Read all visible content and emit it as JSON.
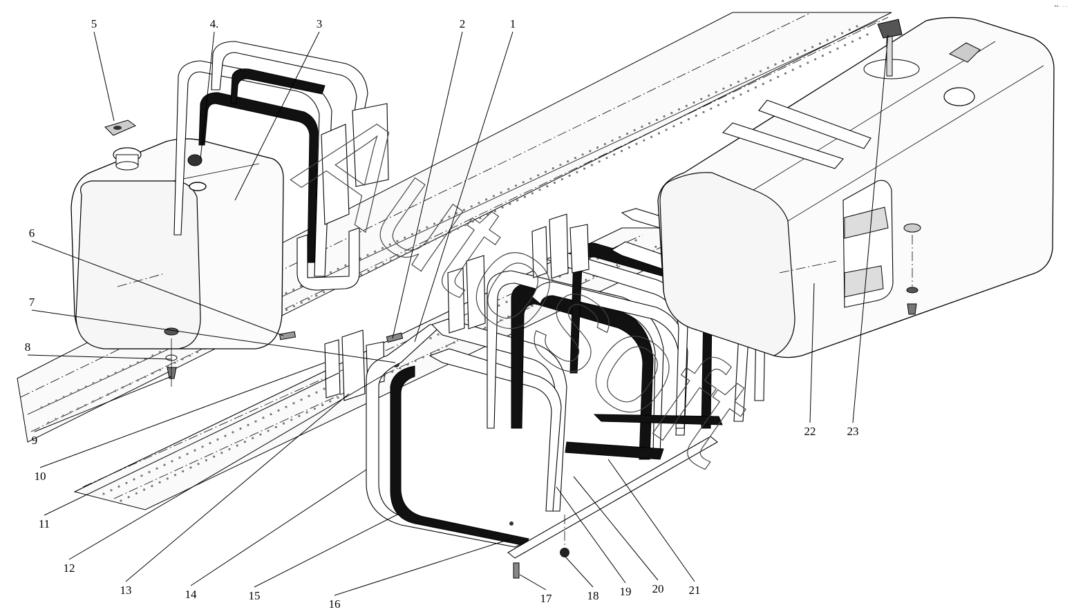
{
  "diagram": {
    "watermark": "Autosoft",
    "corner_mark": "••· ···",
    "callouts": [
      {
        "label": "1"
      },
      {
        "label": "2"
      },
      {
        "label": "3"
      },
      {
        "label": "4."
      },
      {
        "label": "5"
      },
      {
        "label": "6"
      },
      {
        "label": "7"
      },
      {
        "label": "8"
      },
      {
        "label": "9"
      },
      {
        "label": "10"
      },
      {
        "label": "11"
      },
      {
        "label": "12"
      },
      {
        "label": "13"
      },
      {
        "label": "14"
      },
      {
        "label": "15"
      },
      {
        "label": "16"
      },
      {
        "label": "17"
      },
      {
        "label": "18"
      },
      {
        "label": "19"
      },
      {
        "label": "20"
      },
      {
        "label": "21"
      },
      {
        "label": "22"
      },
      {
        "label": "23"
      }
    ]
  }
}
